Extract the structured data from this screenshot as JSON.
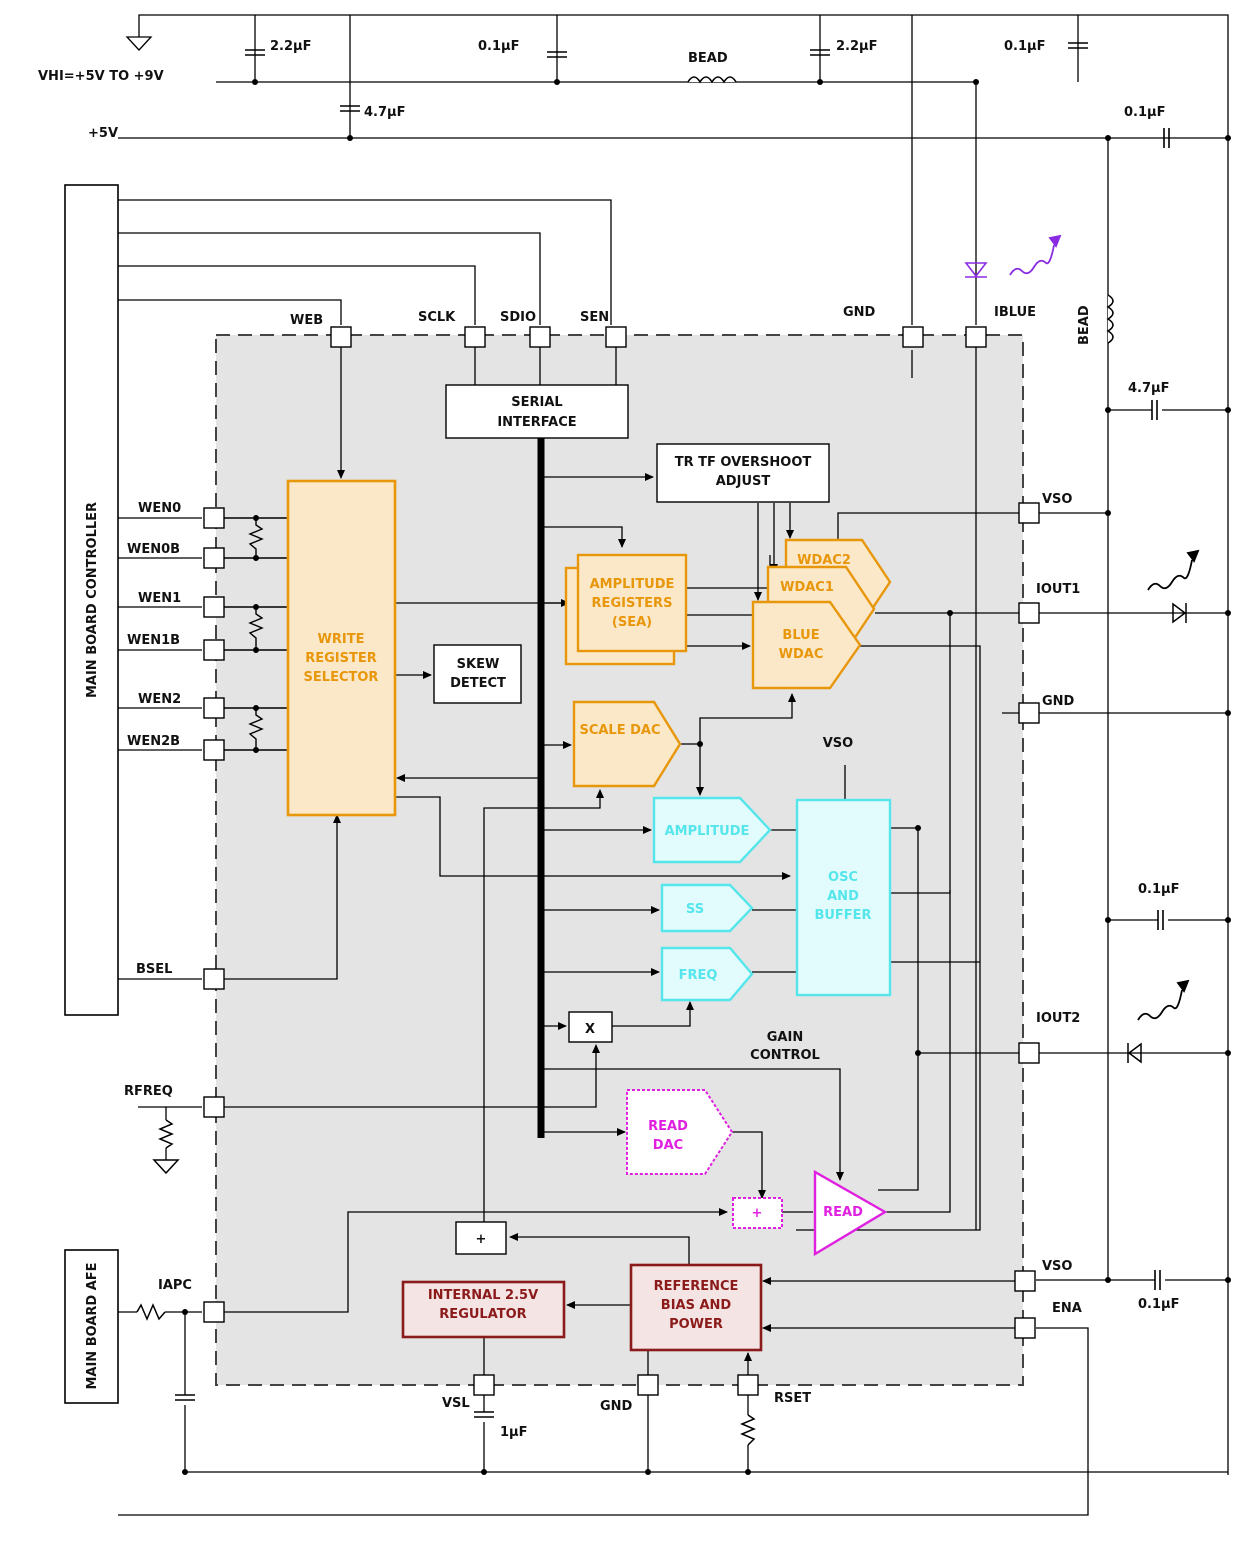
{
  "supply": {
    "vhi_label": "VHI=+5V TO +9V",
    "v5_label": "+5V",
    "caps": [
      "2.2µF",
      "0.1µF",
      "4.7µF",
      "2.2µF",
      "0.1µF",
      "0.1µF"
    ],
    "bead_label": "BEAD"
  },
  "right_side": {
    "bead_label": "BEAD",
    "cap_47": "4.7µF",
    "cap_01_mid": "0.1µF",
    "cap_01_bottom": "0.1µF"
  },
  "controllers": {
    "main_board_controller": "MAIN BOARD CONTROLLER",
    "main_board_afe": "MAIN BOARD AFE"
  },
  "pins": {
    "web": "WEB",
    "sclk": "SCLK",
    "sdio": "SDIO",
    "sen": "SEN",
    "gnd_top": "GND",
    "iblue": "IBLUE",
    "wen0": "WEN0",
    "wen0b": "WEN0B",
    "wen1": "WEN1",
    "wen1b": "WEN1B",
    "wen2": "WEN2",
    "wen2b": "WEN2B",
    "bsel": "BSEL",
    "rfreq": "RFREQ",
    "iapc": "IAPC",
    "vso1": "VSO",
    "iout1": "IOUT1",
    "gnd_right": "GND",
    "iout2": "IOUT2",
    "vso2": "VSO",
    "ena": "ENA",
    "vsl": "VSL",
    "gnd_bottom": "GND",
    "rset": "RSET",
    "cap_1u": "1µF"
  },
  "blocks": {
    "serial": [
      "SERIAL",
      "INTERFACE"
    ],
    "trtf": [
      "TR TF OVERSHOOT",
      "ADJUST"
    ],
    "write_reg": [
      "WRITE",
      "REGISTER",
      "SELECTOR"
    ],
    "skew": [
      "SKEW",
      "DETECT"
    ],
    "amp_regs": [
      "AMPLITUDE",
      "REGISTERS",
      "(SEA)"
    ],
    "wdac2": "WDAC2",
    "wdac1": "WDAC1",
    "blue_wdac": [
      "BLUE",
      "WDAC"
    ],
    "scale_dac": "SCALE DAC",
    "amplitude": "AMPLITUDE",
    "ss": "SS",
    "freq": "FREQ",
    "osc": [
      "OSC",
      "AND",
      "BUFFER"
    ],
    "vso_osc": "VSO",
    "mult": "X",
    "gain_control": [
      "GAIN",
      "CONTROL"
    ],
    "read_dac": [
      "READ",
      "DAC"
    ],
    "sum_read": "+",
    "read_amp": "READ",
    "sum_ref": "+",
    "regulator": [
      "INTERNAL 2.5V",
      "REGULATOR"
    ],
    "reference": [
      "REFERENCE",
      "BIAS AND",
      "POWER"
    ]
  },
  "colors": {
    "orange": "#e8960a",
    "orange_fill": "#fbe8c8",
    "cyan": "#55e6ec",
    "cyan_fill": "#e2fbfc",
    "magenta": "#e020e0",
    "maroon": "#8b1a1a",
    "maroon_fill": "#f4e4e4",
    "purple": "#8a2be2"
  }
}
